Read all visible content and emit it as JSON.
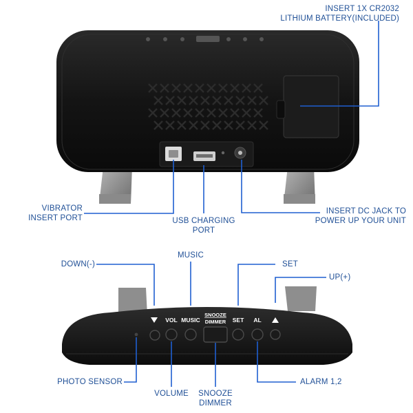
{
  "colors": {
    "leader": "#1f5fd1",
    "label": "#1f4f96",
    "device": "#111111"
  },
  "back_view": {
    "labels": {
      "battery": [
        "INSERT 1X CR2032",
        "LITHIUM BATTERY(INCLUDED)"
      ],
      "vibrator": [
        "VIBRATOR",
        "INSERT PORT"
      ],
      "usb": [
        "USB CHARGING",
        "PORT"
      ],
      "dc": [
        "INSERT DC JACK TO",
        "POWER UP YOUR UNIT"
      ]
    }
  },
  "top_view": {
    "buttons": {
      "vol": "VOL",
      "music": "MUSIC",
      "snooze": [
        "SNOOZE",
        "DIMMER"
      ],
      "set": "SET",
      "al": "AL"
    },
    "labels": {
      "down": "DOWN(-)",
      "music": "MUSIC",
      "set": "SET",
      "up": "UP(+)",
      "photo": "PHOTO SENSOR",
      "volume": "VOLUME",
      "snooze": [
        "SNOOZE",
        "DIMMER"
      ],
      "alarm": "ALARM 1,2"
    },
    "icons": [
      "down-arrow-icon",
      "up-arrow-icon"
    ]
  }
}
